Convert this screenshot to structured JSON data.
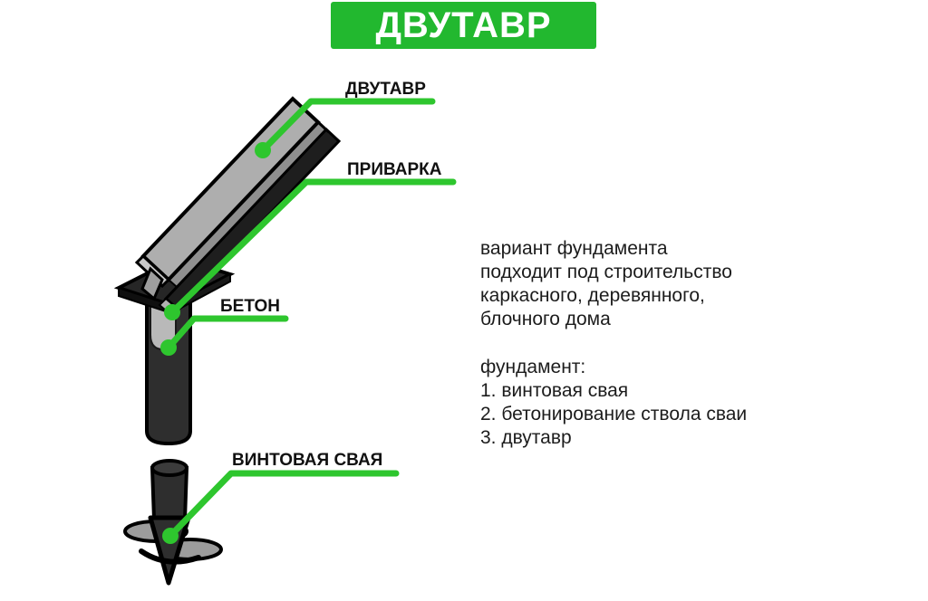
{
  "banner": {
    "title": "ДВУТАВР"
  },
  "callouts": {
    "beam": {
      "label": "ДВУТАВР"
    },
    "weld": {
      "label": "ПРИВАРКА"
    },
    "concrete": {
      "label": "БЕТОН"
    },
    "screw_pile": {
      "label": "ВИНТОВАЯ СВАЯ"
    }
  },
  "description": {
    "paragraph_lines": [
      "вариант фундамента",
      "подходит под строительство",
      "каркасного, деревянного,",
      "блочного дома"
    ],
    "list_title": "фундамент:",
    "list_items": [
      "1. винтовая свая",
      "2. бетонирование ствола сваи",
      "3. двутавр"
    ]
  },
  "colors": {
    "banner_green": "#22b82f",
    "callout_green": "#2ec62e",
    "steel_light": "#aeaeae",
    "steel_mid": "#8f8f8f",
    "steel_dark": "#2e2e2e",
    "concrete_gray": "#b9b9b9",
    "outline_black": "#000000",
    "text_black": "#1c1c1c"
  }
}
